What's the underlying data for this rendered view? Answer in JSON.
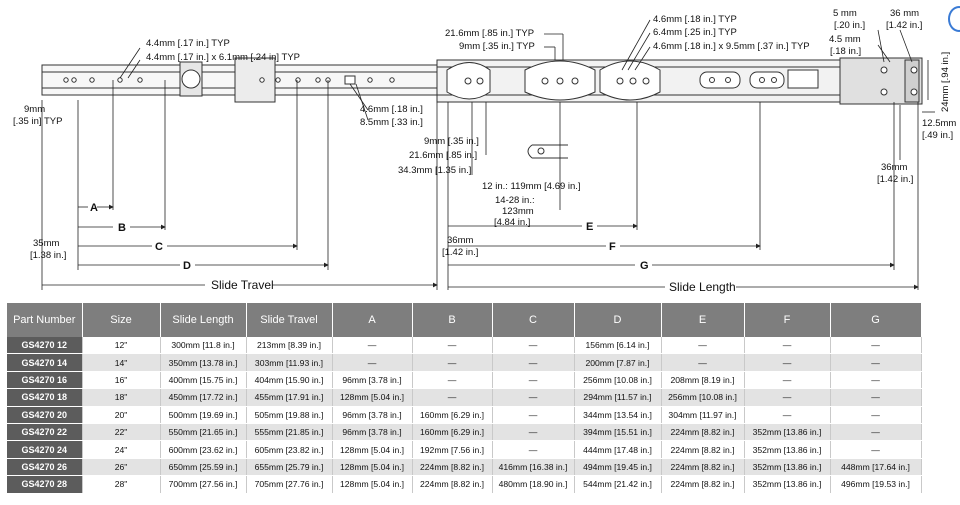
{
  "callouts": {
    "hole_44": "4.4mm [.17 in.] TYP",
    "slot_44_61": "4.4mm [.17 in.] x 6.1mm [.24 in] TYP",
    "left_9mm_a": "9mm",
    "left_9mm_b": "[.35 in] TYP",
    "left_35mm_a": "35mm",
    "left_35mm_b": "[1.38 in.]",
    "mid_46": "4.6mm [.18 in.]",
    "mid_85": "8.5mm [.33 in.]",
    "top_216": "21.6mm [.85 in.] TYP",
    "top_9mm": "9mm [.35 in.] TYP",
    "top_46": "4.6mm [.18 in.] TYP",
    "top_64": "6.4mm [.25 in.] TYP",
    "top_46_95": "4.6mm [.18 in.] x 9.5mm [.37 in.] TYP",
    "c_9mm": "9mm [.35 in.]",
    "c_216": "21.6mm [.85 in.]",
    "c_343": "34.3mm [1.35 in.]",
    "c_12in": "12 in.: 119mm [4.69 in.]",
    "c_1428": "14-28 in.:",
    "c_123": "123mm",
    "c_484": "[4.84 in.]",
    "c_36mm_a": "36mm",
    "c_36mm_b": "[1.42 in.]",
    "r_5mm_a": "5 mm",
    "r_5mm_b": "[.20 in.]",
    "r_45_a": "4.5 mm",
    "r_45_b": "[.18 in.]",
    "r_36_top_a": "36 mm",
    "r_36_top_b": "[1.42 in.]",
    "r_24": "24mm [.94 in.]",
    "r_125_a": "12.5mm",
    "r_125_b": "[.49 in.]",
    "r_36_bot_a": "36mm",
    "r_36_bot_b": "[1.42 in.]",
    "letters": {
      "A": "A",
      "B": "B",
      "C": "C",
      "D": "D",
      "E": "E",
      "F": "F",
      "G": "G"
    },
    "slide_travel": "Slide Travel",
    "slide_length": "Slide Length"
  },
  "table": {
    "headers": [
      "Part Number",
      "Size",
      "Slide Length",
      "Slide Travel",
      "A",
      "B",
      "C",
      "D",
      "E",
      "F",
      "G"
    ],
    "rows": [
      [
        "GS4270 12",
        "12\"",
        "300mm [11.8 in.]",
        "213mm [8.39 in.]",
        "—",
        "—",
        "—",
        "156mm [6.14 in.]",
        "—",
        "—",
        "—"
      ],
      [
        "GS4270 14",
        "14\"",
        "350mm [13.78 in.]",
        "303mm [11.93 in.]",
        "—",
        "—",
        "—",
        "200mm [7.87 in.]",
        "—",
        "—",
        "—"
      ],
      [
        "GS4270 16",
        "16\"",
        "400mm [15.75 in.]",
        "404mm [15.90 in.]",
        "96mm [3.78 in.]",
        "—",
        "—",
        "256mm [10.08 in.]",
        "208mm [8.19 in.]",
        "—",
        "—"
      ],
      [
        "GS4270 18",
        "18\"",
        "450mm [17.72 in.]",
        "455mm [17.91 in.]",
        "128mm [5.04 in.]",
        "—",
        "—",
        "294mm [11.57 in.]",
        "256mm [10.08 in.]",
        "—",
        "—"
      ],
      [
        "GS4270 20",
        "20\"",
        "500mm [19.69 in.]",
        "505mm [19.88 in.]",
        "96mm [3.78 in.]",
        "160mm [6.29 in.]",
        "—",
        "344mm [13.54 in.]",
        "304mm [11.97 in.]",
        "—",
        "—"
      ],
      [
        "GS4270 22",
        "22\"",
        "550mm [21.65 in.]",
        "555mm [21.85 in.]",
        "96mm [3.78 in.]",
        "160mm [6.29 in.]",
        "—",
        "394mm [15.51 in.]",
        "224mm [8.82 in.]",
        "352mm [13.86 in.]",
        "—"
      ],
      [
        "GS4270 24",
        "24\"",
        "600mm [23.62 in.]",
        "605mm [23.82 in.]",
        "128mm [5.04 in.]",
        "192mm [7.56 in.]",
        "—",
        "444mm [17.48 in.]",
        "224mm [8.82 in.]",
        "352mm [13.86 in.]",
        "—"
      ],
      [
        "GS4270 26",
        "26\"",
        "650mm [25.59 in.]",
        "655mm [25.79 in.]",
        "128mm [5.04 in.]",
        "224mm [8.82 in.]",
        "416mm [16.38 in.]",
        "494mm [19.45 in.]",
        "224mm [8.82 in.]",
        "352mm [13.86 in.]",
        "448mm [17.64 in.]"
      ],
      [
        "GS4270 28",
        "28\"",
        "700mm [27.56 in.]",
        "705mm [27.76 in.]",
        "128mm [5.04 in.]",
        "224mm [8.82 in.]",
        "480mm [18.90 in.]",
        "544mm [21.42 in.]",
        "224mm [8.82 in.]",
        "352mm [13.86 in.]",
        "496mm [19.53 in.]"
      ]
    ]
  },
  "colors": {
    "header_bg": "#7e7e7e",
    "part_bg": "#5c5c5c",
    "row_alt": "#e3e3e3",
    "line": "#222222"
  }
}
